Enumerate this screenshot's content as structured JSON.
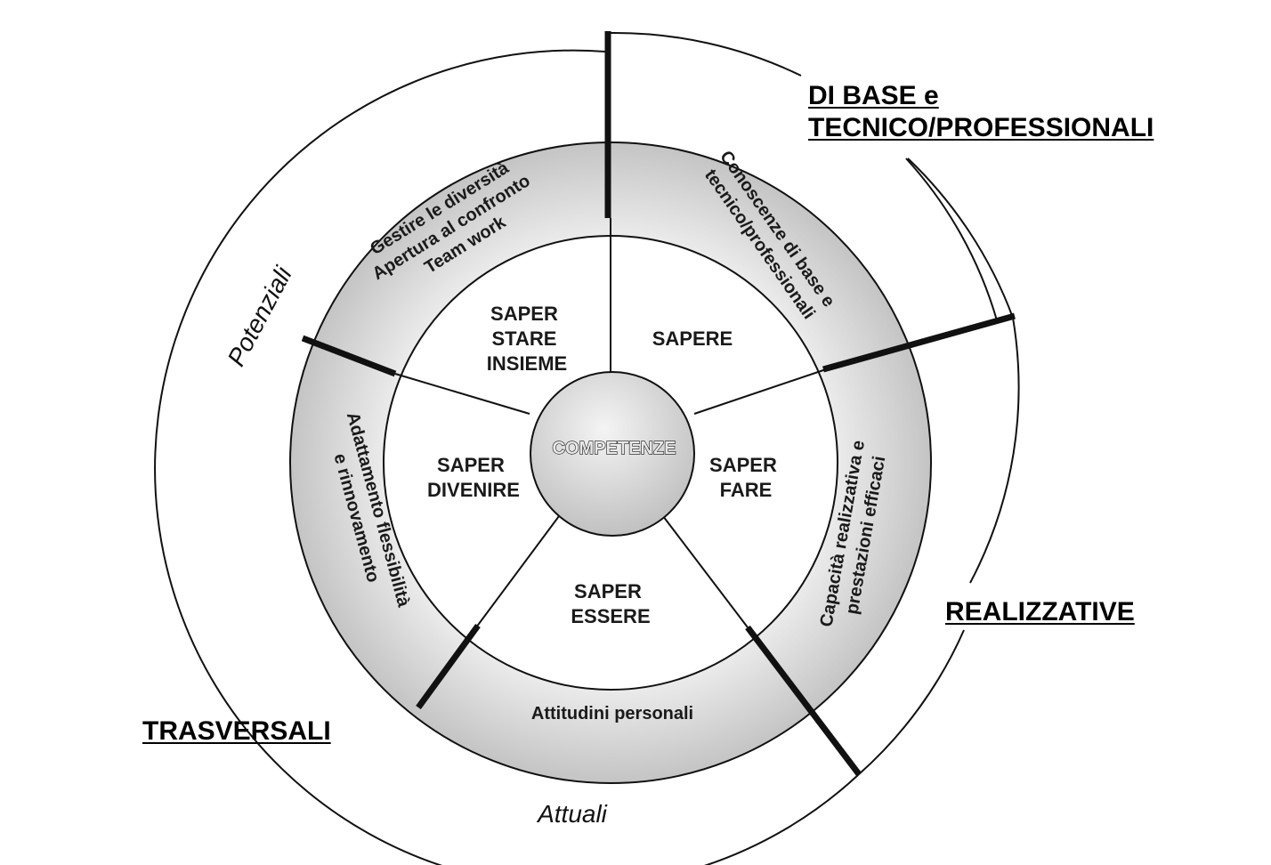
{
  "center": {
    "title": "COMPETENZE"
  },
  "inner_sectors": {
    "sapere": "SAPERE",
    "saper_fare": [
      "SAPER",
      "FARE"
    ],
    "saper_essere": [
      "SAPER",
      "ESSERE"
    ],
    "saper_divenire": [
      "SAPER",
      "DIVENIRE"
    ],
    "saper_stare_insieme": [
      "SAPER",
      "STARE",
      "INSIEME"
    ]
  },
  "middle_ring": {
    "top_right": [
      "Conoscenze di base e",
      "tecnico/professionali"
    ],
    "right": [
      "Capacità realizzativa e",
      "prestazioni efficaci"
    ],
    "bottom": "Attitudini personali",
    "left": [
      "Adattamento flessibilità",
      "e rinnovamento"
    ],
    "top_left": [
      "Gestire le diversità",
      "Apertura al confronto",
      "Team work"
    ]
  },
  "outer_categories": {
    "base": [
      "DI BASE e",
      "TECNICO/PROFESSIONALI"
    ],
    "realizzative": "REALIZZATIVE",
    "trasversali": "TRASVERSALI"
  },
  "outer_arcs": {
    "potenziali": "Potenziali",
    "attuali": "Attuali"
  },
  "colors": {
    "ring_fill": "#dedede",
    "ring_fill_dark": "#c8c8c8",
    "line": "#111111",
    "center_fill": "#d6d6d6"
  }
}
